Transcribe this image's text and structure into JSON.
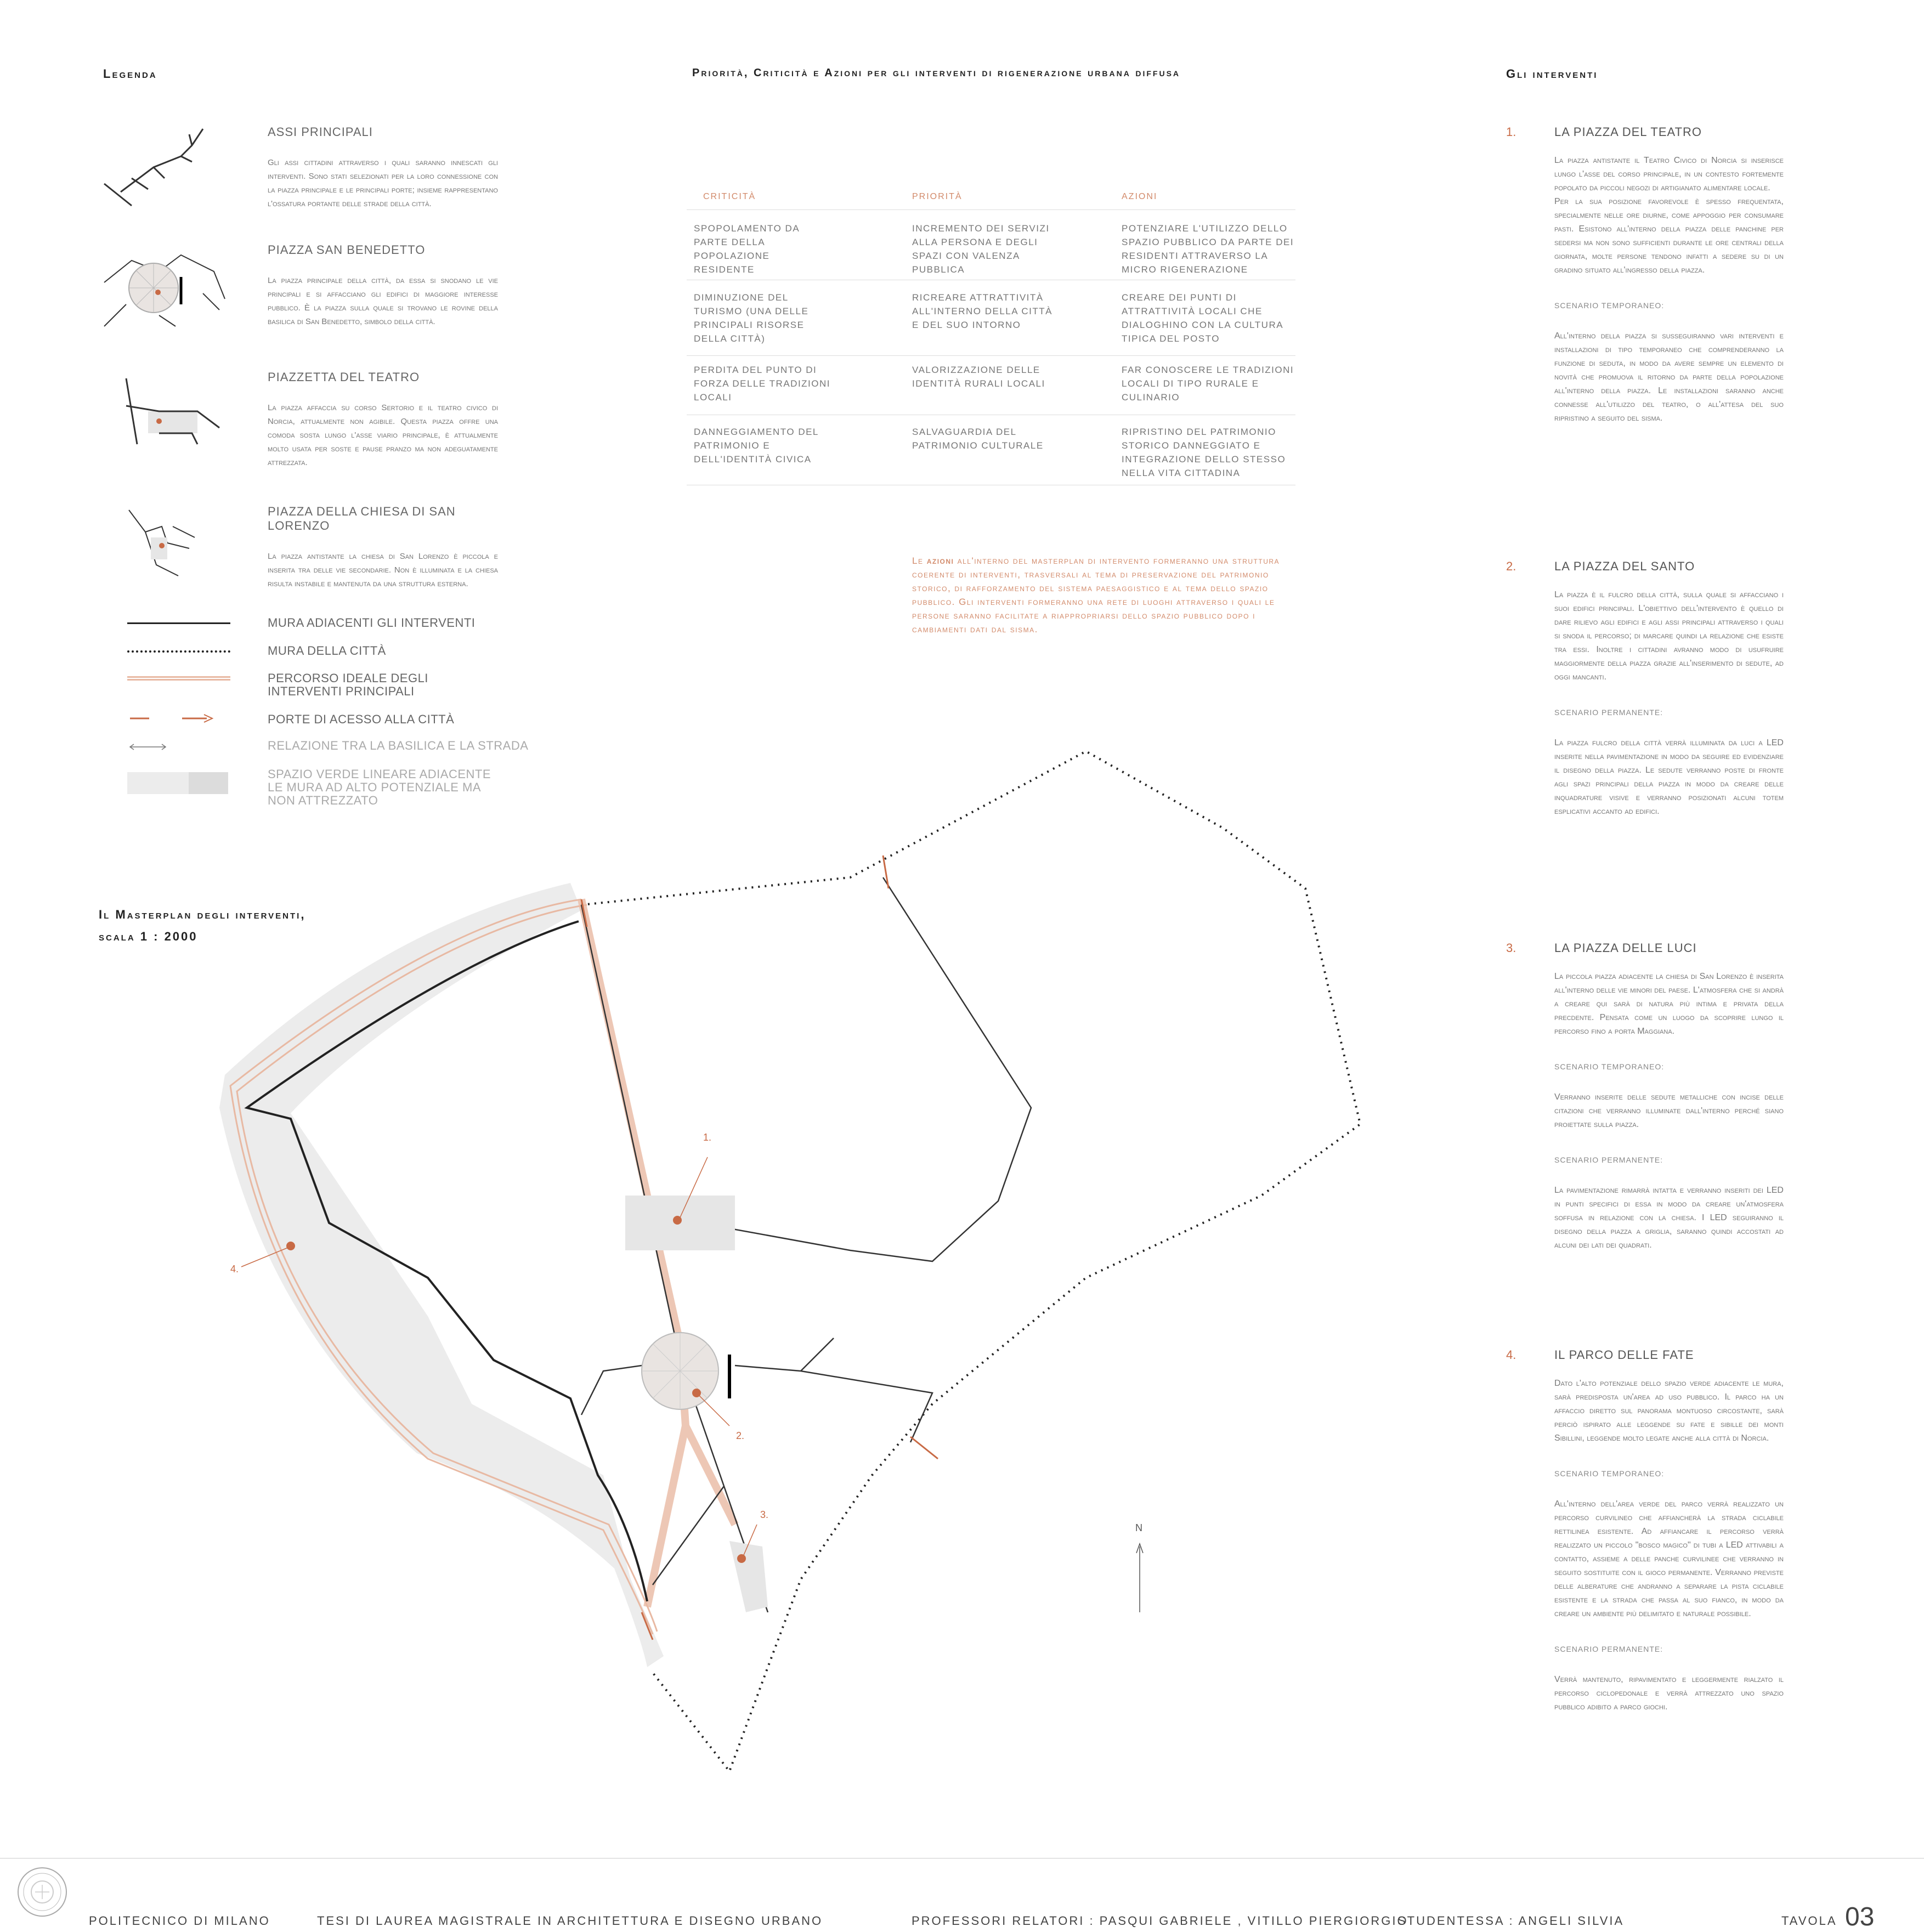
{
  "headers": {
    "legend": "Legenda",
    "priorities": "Priorità, Criticità e Azioni per gli interventi di rigenerazione urbana diffusa",
    "interventions": "Gli interventi",
    "masterplan_line1": "Il Masterplan degli interventi,",
    "masterplan_line2": "scala 1 : 2000"
  },
  "legend": {
    "items": [
      {
        "title": "Assi principali",
        "text": "Gli assi cittadini attraverso i quali saranno innescati gli interventi. Sono stati selezionati per la loro connessione con la piazza principale e le principali porte; insieme rappresentano l'ossatura portante delle strade della città."
      },
      {
        "title": "Piazza San Benedetto",
        "text": "La piazza principale della città, da essa si snodano le vie principali e si affacciano gli edifici di maggiore interesse pubblico. È la piazza sulla quale si trovano le rovine della basilica di San Benedetto, simbolo della città."
      },
      {
        "title": "Piazzetta del Teatro",
        "text": "La piazza affaccia su corso Sertorio e il teatro civico di Norcia, attualmente non agibile. Questa piazza offre una comoda sosta lungo l'asse viario principale, è attualmente molto usata per soste e pause pranzo ma non adeguatamente attrezzata."
      },
      {
        "title": "Piazza della Chiesa di San Lorenzo",
        "text": "La piazza antistante la chiesa di San Lorenzo è piccola e inserita tra delle vie secondarie. Non è illuminata e la chiesa risulta instabile e mantenuta da una struttura esterna."
      }
    ],
    "lines": {
      "walls_adjacent": "Mura adiacenti gli interventi",
      "city_walls": "Mura della città",
      "ideal_path": "Percorso ideale degli interventi principali",
      "gates": "Porte di acesso alla città",
      "relation": "Relazione tra la basilica e la strada",
      "green_space": "Spazio verde lineare adiacente le mura ad alto potenziale ma non attrezzato"
    }
  },
  "table": {
    "headers": [
      "Criticità",
      "Priorità",
      "Azioni"
    ],
    "rows": [
      [
        "Spopolamento da parte della popolazione residente",
        "Incremento dei servizi alla persona e degli spazi con valenza pubblica",
        "Potenziare l'utilizzo dello spazio pubblico da parte dei residenti attraverso la micro rigenerazione"
      ],
      [
        "Diminuzione del turismo (una delle principali risorse della città)",
        "Ricreare attrattività all'interno della città e del suo intorno",
        "Creare dei punti di attrattività locali che dialoghino con la cultura tipica del posto"
      ],
      [
        "Perdita del punto di forza delle tradizioni locali",
        "Valorizzazione delle identità rurali locali",
        "Far conoscere le tradizioni locali di tipo rurale e culinario"
      ],
      [
        "Danneggiamento del patrimonio e dell'identità civica",
        "Salvaguardia del patrimonio culturale",
        "Ripristino del patrimonio storico danneggiato e integrazione dello stesso nella vita cittadina"
      ]
    ]
  },
  "note": {
    "lead": "Le",
    "bold": "azioni",
    "text": "all'interno del masterplan di intervento formeranno una struttura coerente di interventi, trasversali al tema di preservazione del patrimonio storico, di rafforzamento del sistema paesaggistico e al tema dello spazio pubblico. Gli interventi formeranno una rete di luoghi attraverso i quali le persone saranno facilitate a riappropriarsi dello spazio pubblico dopo i cambiamenti dati dal sisma."
  },
  "interventions": [
    {
      "num": "1.",
      "title": "La piazza del Teatro",
      "p1": "La piazza antistante il Teatro Civico di Norcia si inserisce lungo l'asse del corso principale, in un contesto fortemente popolato da piccoli negozi di artigianato alimentare locale.",
      "p2": "Per la sua posizione favorevole è spesso frequentata, specialmente nelle ore diurne, come appoggio per consumare pasti. Esistono all'interno della piazza delle panchine per sedersi ma non sono sufficienti durante le ore centrali della giornata, molte persone tendono infatti a sedere su di un gradino situato all'ingresso della piazza.",
      "scenario1": "Scenario temporaneo:",
      "p3": "All'interno della piazza si susseguiranno vari interventi e installazioni di tipo temporaneo che comprenderanno la funzione di seduta, in modo da avere sempre un elemento di novità che promuova il ritorno da parte della popolazione all'interno della piazza. Le installazioni saranno anche connesse all'utilizzo del teatro, o all'attesa del suo ripristino a seguito del sisma."
    },
    {
      "num": "2.",
      "title": "La piazza del Santo",
      "p1": "La piazza è il fulcro della città, sulla quale si affacciano i suoi edifici principali. L'obiettivo dell'intervento è quello di dare rilievo agli edifici e agli assi principali attraverso i quali si snoda il percorso; di marcare quindi la relazione che esiste tra essi. Inoltre i cittadini avranno modo di usufruire maggiormente della piazza grazie all'inserimento di sedute, ad oggi mancanti.",
      "scenario1": "Scenario permanente:",
      "p2": "La piazza fulcro della città verrà illuminata da luci a LED inserite nella pavimentazione in modo da seguire ed evidenziare il disegno della piazza. Le sedute verranno poste di fronte agli spazi principali della piazza in modo da creare delle inquadrature visive e verranno posizionati alcuni totem esplicativi accanto ad edifici."
    },
    {
      "num": "3.",
      "title": "La piazza delle Luci",
      "p1": "La piccola piazza adiacente la chiesa di San Lorenzo è inserita all'interno delle vie minori del paese. L'atmosfera che si andrà a creare qui sarà di natura più intima e privata della precdente. Pensata come un luogo da scoprire lungo il percorso fino a porta Maggiana.",
      "scenario1": "Scenario temporaneo:",
      "p2": "Verranno inserite delle sedute metalliche con incise delle citazioni che verranno illuminate dall'interno perché siano proiettate sulla piazza.",
      "scenario2": "Scenario permanente:",
      "p3": "La pavimentazione rimarrà intatta e verranno inseriti dei LED in punti specifici di essa in modo da creare un'atmosfera soffusa in relazione con la chiesa. I LED seguiranno il disegno della piazza a griglia, saranno quindi accostati ad alcuni dei lati dei quadrati."
    },
    {
      "num": "4.",
      "title": "Il parco delle Fate",
      "p1": "Dato l'alto potenziale dello spazio verde adiacente le mura, sarà predisposta un'area ad uso pubblico. Il parco ha un affaccio diretto sul panorama montuoso circostante, sarà perciò ispirato alle leggende su fate e sibille dei monti Sibillini, leggende molto legate anche alla città di Norcia.",
      "scenario1": "Scenario temporaneo:",
      "p2": "All'interno dell'area verde del parco verrà realizzato un percorso curvilineo che affiancherà la strada ciclabile rettilinea esistente. Ad affiancare il percorso verrà realizzato un piccolo \"bosco magico\" di tubi a LED attivabili a contatto, assieme a delle panche curvilinee che verranno in seguito sostituite con il gioco permanente. Verranno previste delle alberature che andranno a separare la pista ciclabile esistente e la strada che passa al suo fianco, in modo da creare un ambiente più delimitato e naturale possibile.",
      "scenario2": "Scenario permanente:",
      "p3": "Verrà mantenuto, ripavimentato e leggermente rialzato il percorso ciclopedonale e verrà attrezzato uno spazio pubblico adibito a parco giochi."
    }
  ],
  "map": {
    "labels": [
      "1.",
      "2.",
      "3.",
      "4."
    ],
    "north": "N"
  },
  "footer": {
    "university": "Politecnico di Milano",
    "thesis": "Tesi di Laurea Magistrale in Architettura e Disegno Urbano",
    "professors": "Professori relatori : Pasqui Gabriele , Vitillo Piergiorgio",
    "student": "Studentessa : Angeli Silvia",
    "tavola_label": "Tavola",
    "tavola_num": "03"
  },
  "colors": {
    "accent": "#c86a45",
    "accent_light": "#e8b9a3",
    "green_space": "#ececec",
    "walls": "#222222"
  }
}
